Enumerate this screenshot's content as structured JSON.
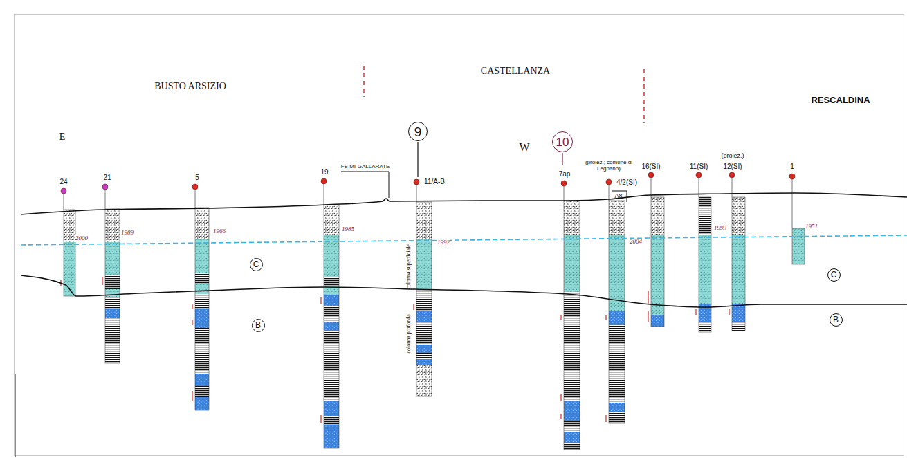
{
  "diagram": {
    "nodes": [
      {
        "text": [
          "9"
        ]
      },
      {
        "text": [
          "10"
        ]
      },
      {
        "text": [
          "C"
        ]
      },
      {
        "text": [
          "C"
        ]
      },
      {
        "text": [
          "B"
        ]
      },
      {
        "text": [
          "B"
        ]
      }
    ],
    "labels": [
      "BUSTO ARSIZIO",
      "CASTELLANZA",
      "RESCALDINA",
      "E",
      "W",
      "FS MI-GALLARATE",
      "24",
      "21",
      "5",
      "19",
      "11/A-B",
      "7ap",
      "(proiez.; comune di Legnano)",
      "4/2(SI)",
      "A8",
      "16(SI)",
      "11(SI)",
      "(proiez.)",
      "12(SI)",
      "1",
      "2000",
      "1989",
      "1966",
      "1985",
      "1992",
      "colonna superficiale",
      "colonna profonda",
      "2004",
      "1993",
      "1951"
    ]
  }
}
